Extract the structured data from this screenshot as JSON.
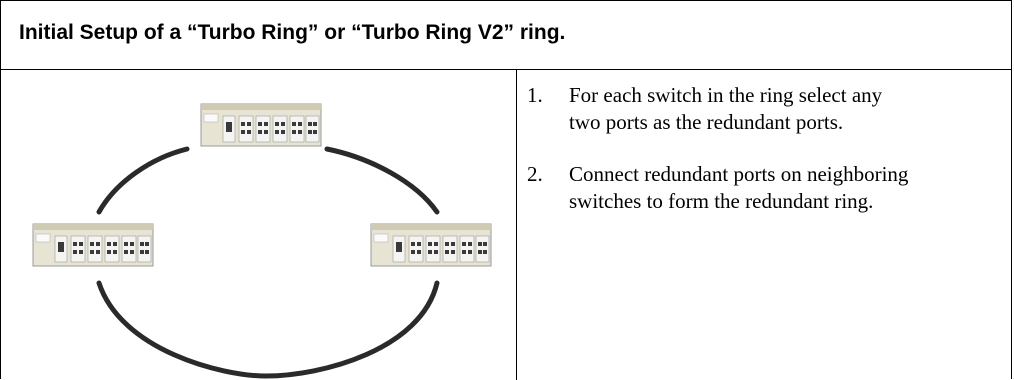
{
  "title": "Initial Setup of a “Turbo Ring” or “Turbo Ring V2” ring.",
  "steps": [
    {
      "number": "1.",
      "line1": "For each switch in the ring select any",
      "line2": "two ports as the redundant ports."
    },
    {
      "number": "2.",
      "line1": "Connect redundant ports on neighboring",
      "line2": "switches to form the redundant ring."
    }
  ],
  "diagram": {
    "switches": [
      "switch-top",
      "switch-left",
      "switch-right"
    ],
    "colors": {
      "ring_line": "#2a2a2a",
      "switch_body": "#e8e4d4",
      "switch_module": "#f2f2f0",
      "switch_port": "#3a3a3a"
    }
  }
}
